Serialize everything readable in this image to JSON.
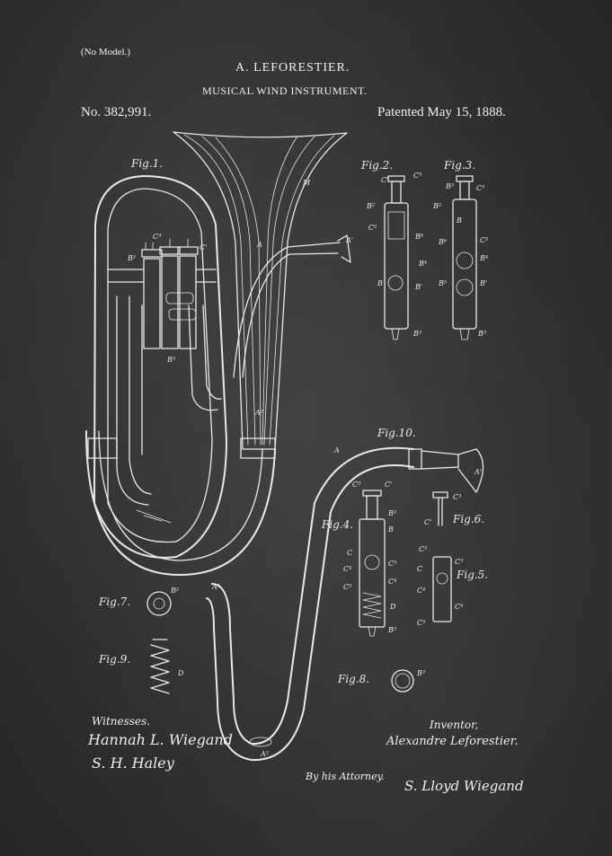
{
  "header": {
    "no_model": "(No Model.)",
    "inventor_name": "A. LEFORESTIER.",
    "title": "MUSICAL WIND INSTRUMENT.",
    "patent_number": "No. 382,991.",
    "patent_date": "Patented May 15, 1888."
  },
  "figures": {
    "fig1": "Fig.1.",
    "fig2": "Fig.2.",
    "fig3": "Fig.3.",
    "fig4": "Fig.4.",
    "fig5": "Fig.5.",
    "fig6": "Fig.6.",
    "fig7": "Fig.7.",
    "fig8": "Fig.8.",
    "fig9": "Fig.9.",
    "fig10": "Fig.10."
  },
  "part_labels": {
    "M": "M",
    "A": "A",
    "A_prime": "A'",
    "A2": "A²",
    "A3": "A³",
    "B": "B",
    "B_prime": "B'",
    "B2": "B²",
    "B3": "B³",
    "B4": "B⁴",
    "B5": "B⁵",
    "B6": "B⁶",
    "C": "C",
    "C_prime": "C'",
    "C2": "C²",
    "C3": "C³",
    "C4": "C⁴",
    "C5": "C⁵",
    "D": "D"
  },
  "footer": {
    "witnesses_label": "Witnesses.",
    "witness_1": "Hannah L. Wiegand",
    "witness_2": "S. H. Haley",
    "inventor_label": "Inventor,",
    "inventor_signature": "Alexandre Leforestier.",
    "attorney_label": "By his Attorney.",
    "attorney_signature": "S. Lloyd Wiegand"
  }
}
